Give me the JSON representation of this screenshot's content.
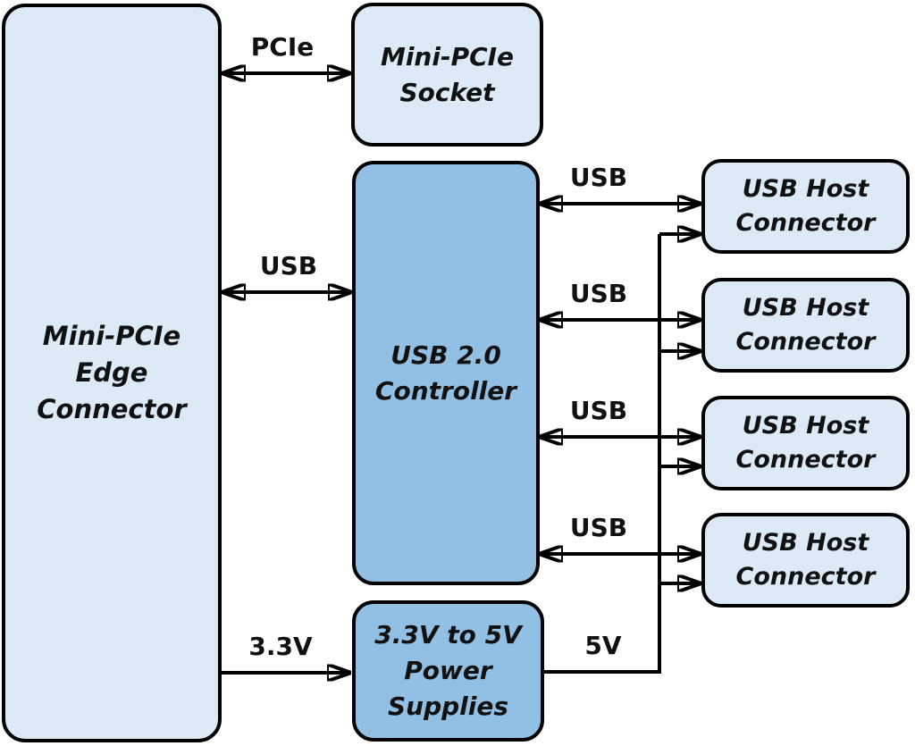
{
  "colors": {
    "block_light": "#dce9f7",
    "block_medium": "#92bfe4",
    "line": "#000000",
    "text": "#111111"
  },
  "blocks": {
    "edge_connector": "Mini-PCIe\nEdge\nConnector",
    "socket": "Mini-PCIe\nSocket",
    "controller": "USB 2.0\nController",
    "power": "3.3V to 5V\nPower\nSupplies",
    "host_connectors": [
      "USB Host\nConnector",
      "USB Host\nConnector",
      "USB Host\nConnector",
      "USB Host\nConnector"
    ]
  },
  "edge_labels": {
    "pcie": "PCIe",
    "usb_controller_link": "USB",
    "usb_host_links": [
      "USB",
      "USB",
      "USB",
      "USB"
    ],
    "power_in": "3.3V",
    "power_out": "5V"
  }
}
